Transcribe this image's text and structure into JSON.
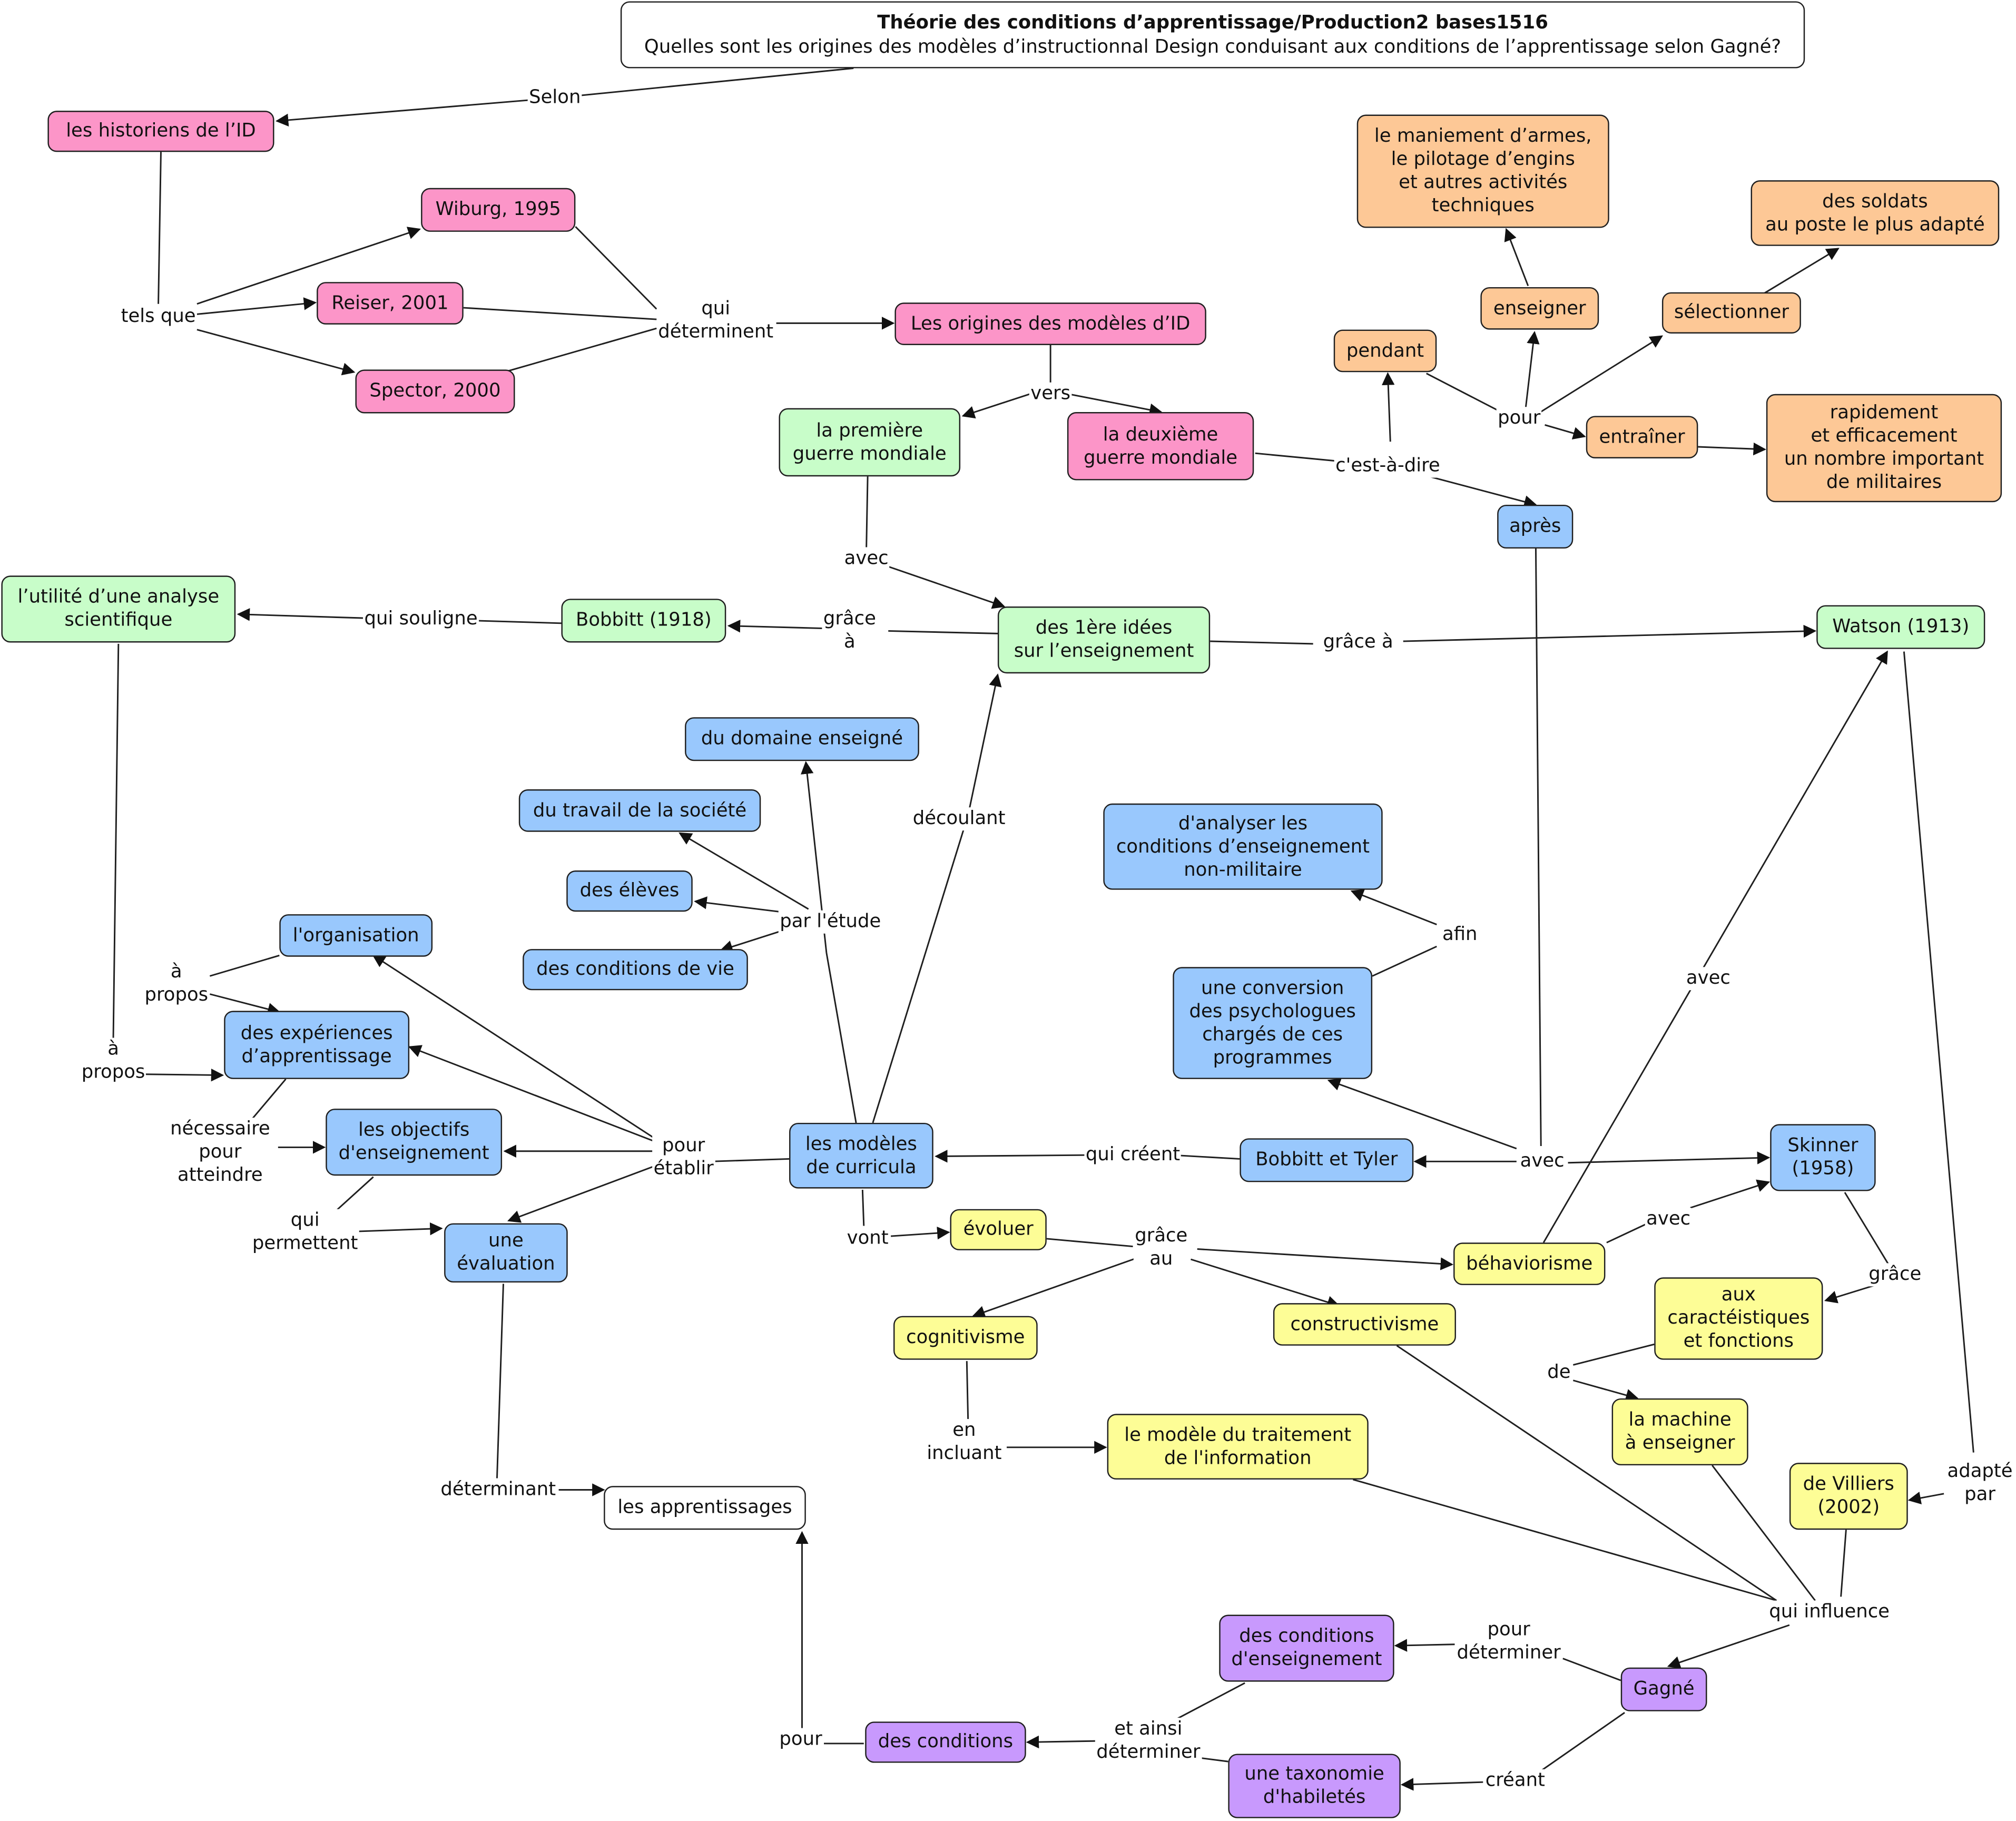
{
  "title": {
    "main": "Théorie des conditions d’apprentissage/Production2 bases1516",
    "question": "Quelles sont les origines des modèles d’instructionnal Design conduisant aux conditions de l’apprentissage selon Gagné?"
  },
  "colors": {
    "pink": "#fc95c8",
    "green": "#c8fdc9",
    "blue": "#99c8fd",
    "orange": "#fdc896",
    "yellow": "#fdfd96",
    "purple": "#c899fd",
    "white": "#ffffff",
    "line": "#1f1f1f"
  },
  "nodes": {
    "historiens": "les historiens de l’ID",
    "wiburg": "Wiburg, 1995",
    "reiser": "Reiser, 2001",
    "spector": "Spector, 2000",
    "origines": "Les origines des modèles d’ID",
    "deuxieme": "la deuxième\nguerre mondiale",
    "premiere": "la première\nguerre mondiale",
    "maniement": "le maniement d’armes,\nle pilotage d’engins\net autres activités\ntechniques",
    "soldats": "des soldats\nau poste le plus adapté",
    "enseigner": "enseigner",
    "selectionner": "sélectionner",
    "pendant": "pendant",
    "entrainer": "entraîner",
    "rapidement": "rapidement\net efficacement\nun nombre important\nde militaires",
    "apres": "après",
    "utilite": "l’utilité d’une analyse\nscientifique",
    "bobbitt1918": "Bobbitt (1918)",
    "premieres_idees": "des 1ère idées\nsur l’enseignement",
    "watson": "Watson (1913)",
    "domaine": "du domaine enseigné",
    "travail": "du travail de la société",
    "eleves": "des élèves",
    "conditions_vie": "des conditions de vie",
    "organisation": "l'organisation",
    "experiences": "des expériences\nd’apprentissage",
    "objectifs": "les objectifs\nd'enseignement",
    "evaluation": "une\névaluation",
    "analyser": "d'analyser les\nconditions d’enseignement\nnon-militaire",
    "conversion": "une conversion\ndes psychologues\nchargés de ces\nprogrammes",
    "modeles_curricula": "les modèles\nde curricula",
    "bobbitt_tyler": "Bobbitt et Tyler",
    "skinner": "Skinner\n(1958)",
    "evoluer": "évoluer",
    "behaviorisme": "béhaviorisme",
    "cognitivisme": "cognitivisme",
    "constructivisme": "constructivisme",
    "aux_caracteristiques": "aux\ncaractéistiques\net fonctions",
    "machine": "la machine\nà enseigner",
    "modele_traitement": "le modèle du traitement\nde l'information",
    "de_villiers": "de Villiers\n(2002)",
    "apprentissages": "les apprentissages",
    "conditions_ens": "des conditions\nd'enseignement",
    "gagne": "Gagné",
    "conditions": "des conditions",
    "taxonomie": "une taxonomie\nd'habiletés"
  },
  "links": {
    "selon": "Selon",
    "tels_que": "tels que",
    "qui_determinent": "qui\ndéterminent",
    "vers": "vers",
    "cest_a_dire": "c'est-à-dire",
    "pour_top": "pour",
    "avec_top": "avec",
    "grace_a_left": "grâce\nà",
    "grace_a_right": "grâce à",
    "qui_souligne": "qui souligne",
    "decoulant": "découlant",
    "par_letude": "par l'étude",
    "afin": "afin",
    "a_propos_1": "à\npropos",
    "a_propos_2": "à\npropos",
    "pour_etablir": "pour\nétablir",
    "necessaire": "nécessaire\npour\natteindre",
    "qui_permettent": "qui\npermettent",
    "qui_creent": "qui créent",
    "avec_mid": "avec",
    "avec_watson": "avec",
    "vont": "vont",
    "grace_au": "grâce\nau",
    "avec_skinner": "avec",
    "grace_skinner": "grâce",
    "de": "de",
    "en_incluant": "en\nincluant",
    "adapte_par": "adapté\npar",
    "determinant": "déterminant",
    "qui_influence": "qui influence",
    "pour_determiner": "pour\ndéterminer",
    "et_ainsi": "et ainsi\ndéterminer",
    "creant": "créant",
    "pour_bottom": "pour"
  }
}
